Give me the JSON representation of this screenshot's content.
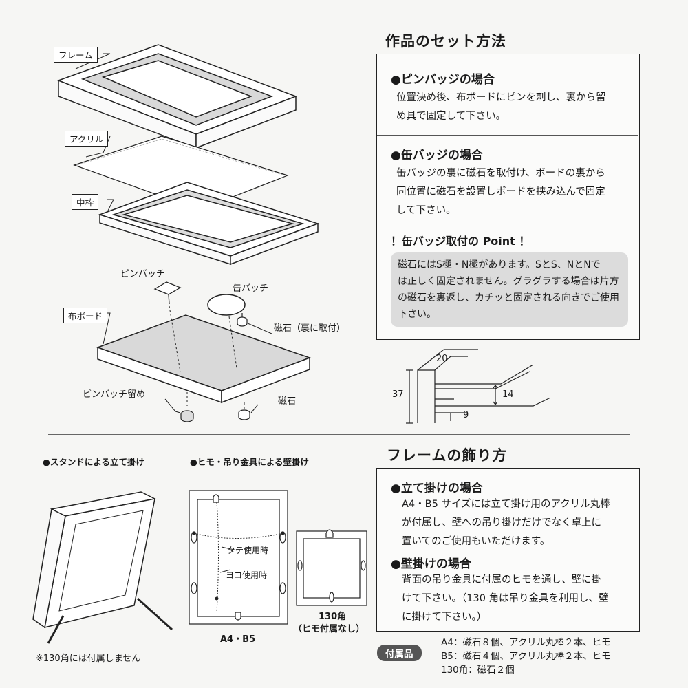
{
  "set_section": {
    "title": "作品のセット方法",
    "pin_heading": "●ピンバッジの場合",
    "pin_lines": [
      "位置決め後、布ボードにピンを刺し、裏から留",
      "め具で固定して下さい。"
    ],
    "can_heading": "●缶バッジの場合",
    "can_lines": [
      "缶バッジの裏に磁石を取付け、ボードの裏から",
      "同位置に磁石を設置しボードを挟み込んで固定",
      "して下さい。"
    ],
    "point_heading": "！缶バッジ取付の Point ！",
    "point_lines": [
      "磁石にはS極・N極があります。SとS、NとNで",
      "は正しく固定されません。グラグラする場合は片方",
      "の磁石を裏返し、カチッと固定される向きでご使用",
      "下さい。"
    ]
  },
  "diagram_labels": {
    "frame": "フレーム",
    "acrylic": "アクリル",
    "inner_frame": "中枠",
    "pin_badge": "ピンバッチ",
    "can_badge": "缶バッチ",
    "cloth_board": "布ボード",
    "magnet_back": "磁石（裏に取付）",
    "pin_clasp": "ピンバッチ留め",
    "magnet": "磁石"
  },
  "dimensions": {
    "top": "20",
    "height": "37",
    "inner": "14",
    "bottom": "9"
  },
  "display_section": {
    "title": "フレームの飾り方",
    "stand_caption": "●スタンドによる立て掛け",
    "wall_caption": "●ヒモ・吊り金具による壁掛け",
    "tate_label": "タテ使用時",
    "yoko_label": "ヨコ使用時",
    "a4b5_label": "A4・B5",
    "sq130_label_1": "130角",
    "sq130_label_2": "（ヒモ付属なし）",
    "stand_note": "※130角には付属しません",
    "lean_heading": "●立て掛けの場合",
    "lean_lines": [
      "A4・B5 サイズには立て掛け用のアクリル丸棒",
      "が付属し、壁への吊り掛けだけでなく卓上に",
      "置いてのご使用もいただけます。"
    ],
    "hang_heading": "●壁掛けの場合",
    "hang_lines": [
      "背面の吊り金具に付属のヒモを通し、壁に掛",
      "けて下さい。（130 角は吊り金具を利用し、壁",
      "に掛けて下さい。）"
    ]
  },
  "accessories": {
    "badge": "付属品",
    "items": [
      "A4：磁石８個、アクリル丸棒２本、ヒモ",
      "B5：磁石４個、アクリル丸棒２本、ヒモ",
      "130角：磁石２個"
    ]
  }
}
